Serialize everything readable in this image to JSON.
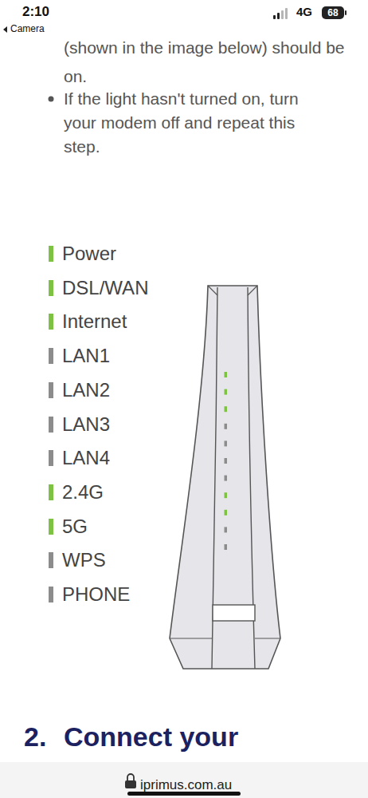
{
  "diagram": {
    "labels": [
      "2:10",
      "Camera",
      "4G",
      "68",
      "(shown in the image below) should be on.",
      "If the light hasn't turned on, turn your modem off and repeat this step.",
      "2.",
      "Connect your",
      "iprimus.com.au"
    ],
    "legend": [
      {
        "text": "Power",
        "color": "#7dc242"
      },
      {
        "text": "DSL/WAN",
        "color": "#7dc242"
      },
      {
        "text": "Internet",
        "color": "#7dc242"
      },
      {
        "text": "LAN1",
        "color": "#8c8c8c"
      },
      {
        "text": "LAN2",
        "color": "#8c8c8c"
      },
      {
        "text": "LAN3",
        "color": "#8c8c8c"
      },
      {
        "text": "LAN4",
        "color": "#8c8c8c"
      },
      {
        "text": "2.4G",
        "color": "#7dc242"
      },
      {
        "text": "5G",
        "color": "#7dc242"
      },
      {
        "text": "WPS",
        "color": "#8c8c8c"
      },
      {
        "text": "PHONE",
        "color": "#8c8c8c"
      }
    ]
  }
}
